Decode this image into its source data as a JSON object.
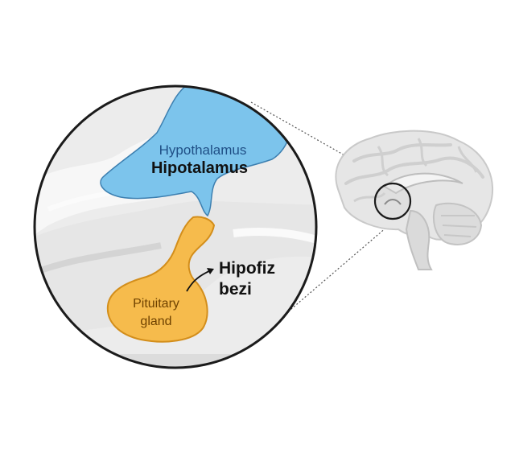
{
  "labels": {
    "hypothalamus_en": "Hypothalamus",
    "hypothalamus_tr": "Hipotalamus",
    "pituitary_en_line1": "Pituitary",
    "pituitary_en_line2": "gland",
    "pituitary_tr_line1": "Hipofiz",
    "pituitary_tr_line2": "bezi"
  },
  "colors": {
    "hypothalamus_fill": "#7cc4ec",
    "hypothalamus_stroke": "#3c7fb0",
    "pituitary_fill": "#f6bb4c",
    "pituitary_stroke": "#d38e1b",
    "brain_fill": "#e4e4e4",
    "circle_stroke": "#1b1b1b",
    "text_dark": "#111111",
    "text_blue": "#1f4f86",
    "text_orange": "#6f4200"
  }
}
